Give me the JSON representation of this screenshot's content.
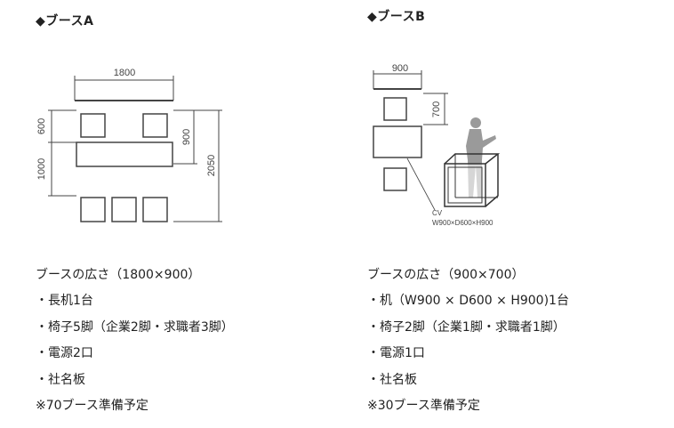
{
  "booth_a": {
    "title": "◆ブースA",
    "dims": {
      "width": "1800",
      "chair_depth": "600",
      "table_gap": "1000",
      "desk_depth": "900",
      "total_depth": "2050"
    },
    "lines": [
      "ブースの広さ（1800×900）",
      "・長机1台",
      "・椅子5脚（企業2脚・求職者3脚）",
      "・電源2口",
      "・社名板",
      "※70ブース準備予定"
    ]
  },
  "booth_b": {
    "title": "◆ブースB",
    "dims": {
      "width": "900",
      "depth": "700",
      "counter_label": "CV",
      "counter_size": "W900×D600×H900"
    },
    "lines": [
      "ブースの広さ（900×700）",
      "・机（W900 × D600 × H900)1台",
      "・椅子2脚（企業1脚・求職者1脚）",
      "・電源1口",
      "・社名板",
      "※30ブース準備予定"
    ]
  }
}
